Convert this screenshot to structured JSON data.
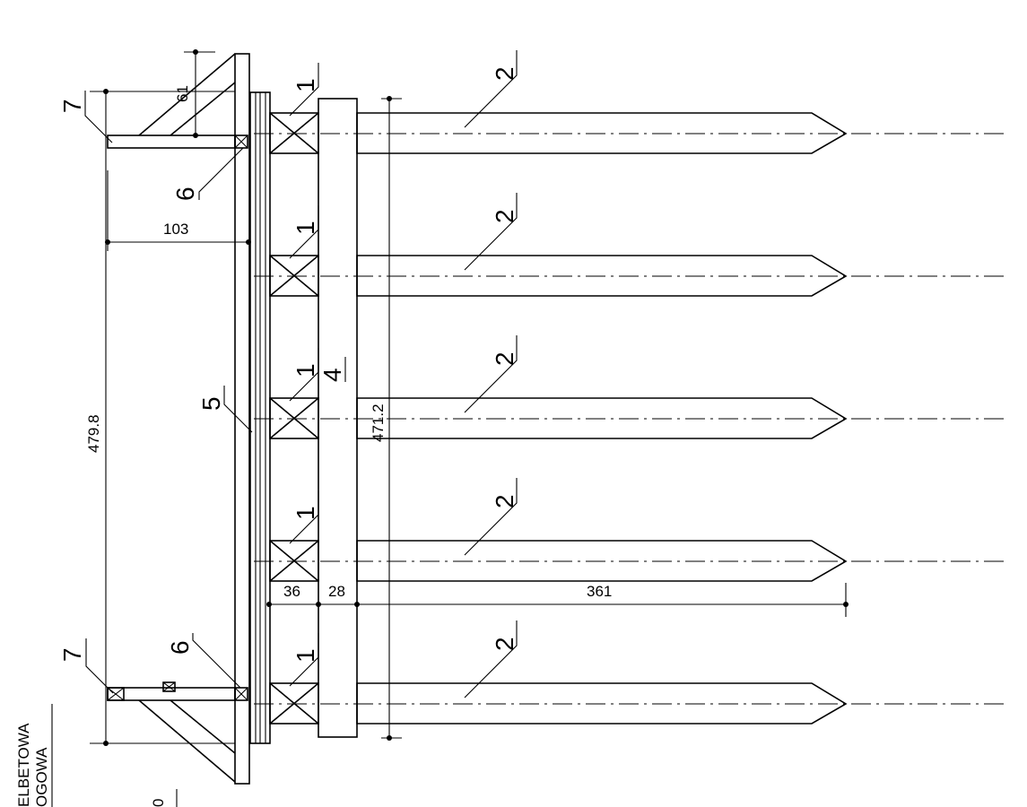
{
  "labels": {
    "crossbrace": "1",
    "pile": "2",
    "capbeam": "4",
    "deck": "5",
    "bracket": "6",
    "railing": "7"
  },
  "dimensions": {
    "top_offset": "61",
    "overhang": "103",
    "total_width": "479.8",
    "pile_span": "471.2",
    "brace_depth": "36",
    "beam_depth": "28",
    "pile_length": "361"
  },
  "title_fragments": {
    "line1": "ELBETOWA",
    "line2": "OGOWA",
    "scale": "0"
  }
}
